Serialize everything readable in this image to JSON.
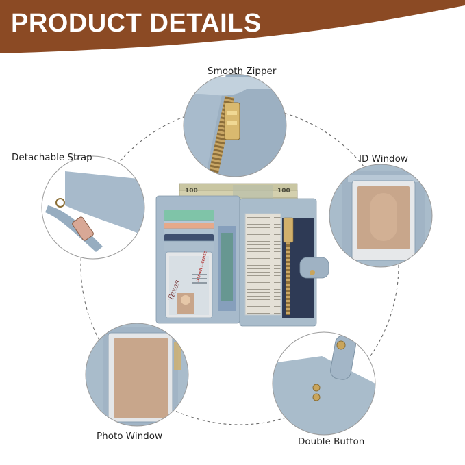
{
  "header": {
    "title": "PRODUCT DETAILS",
    "banner_color": "#8B4A24"
  },
  "features": [
    {
      "id": "zipper",
      "label": "Smooth Zipper",
      "icon": "zipper-closeup"
    },
    {
      "id": "strap",
      "label": "Detachable Strap",
      "icon": "strap-closeup"
    },
    {
      "id": "id-window",
      "label": "ID Window",
      "icon": "id-window-closeup"
    },
    {
      "id": "photo-window",
      "label": "Photo Window",
      "icon": "photo-window-closeup"
    },
    {
      "id": "double-button",
      "label": "Double Button",
      "icon": "snap-button-closeup"
    }
  ],
  "product": {
    "color": "#A9BCCB",
    "banknote_text": "100",
    "id_card_state": "Texas",
    "id_card_type": "DRIVER LICENSE"
  }
}
